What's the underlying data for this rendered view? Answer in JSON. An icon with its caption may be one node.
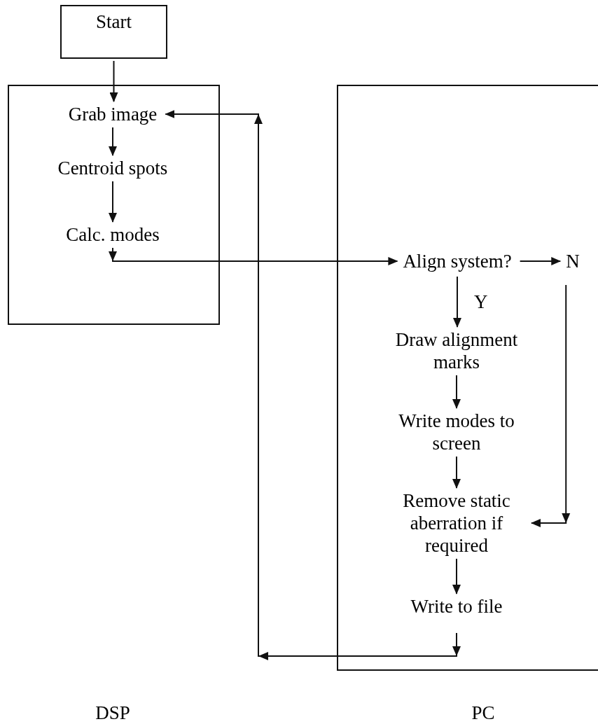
{
  "diagram": {
    "nodes": [
      {
        "text": [
          "Start"
        ]
      },
      {
        "text": [],
        "shape": "box"
      },
      {
        "text": [],
        "shape": "box"
      },
      {
        "text": [
          "Grab image"
        ],
        "in": 1
      },
      {
        "text": [
          "Centroid spots"
        ],
        "in": 1
      },
      {
        "text": [
          "Calc. modes"
        ],
        "in": 1
      },
      {
        "text": [
          "Align system?"
        ],
        "in": 2
      },
      {
        "text": [
          "N"
        ],
        "in": 2
      },
      {
        "text": [
          "Draw alignment marks"
        ],
        "in": 2
      },
      {
        "text": [
          "Write modes to screen"
        ],
        "in": 2
      },
      {
        "text": [
          "Remove static aberration if required"
        ],
        "in": 2
      },
      {
        "text": [
          "Write to file"
        ],
        "in": 2
      }
    ],
    "edges": [
      {
        "from": 0,
        "to": 3,
        "arrow": "to"
      },
      {
        "from": 3,
        "to": 4,
        "arrow": "to"
      },
      {
        "from": 4,
        "to": 5,
        "arrow": "to"
      },
      {
        "from": 5,
        "to": 6,
        "arrow": "to"
      },
      {
        "from": 6,
        "to": 7,
        "arrow": "to"
      },
      {
        "from": 6,
        "to": 8,
        "arrow": "to",
        "label": "Y"
      },
      {
        "from": 8,
        "to": 9,
        "arrow": "to"
      },
      {
        "from": 9,
        "to": 10,
        "arrow": "to"
      },
      {
        "from": 7,
        "to": 10,
        "arrow": "to"
      },
      {
        "from": 10,
        "to": 11,
        "arrow": "to"
      },
      {
        "from": 11,
        "to": 3,
        "arrow": "to"
      }
    ],
    "labels": [
      "DSP",
      "PC"
    ]
  }
}
